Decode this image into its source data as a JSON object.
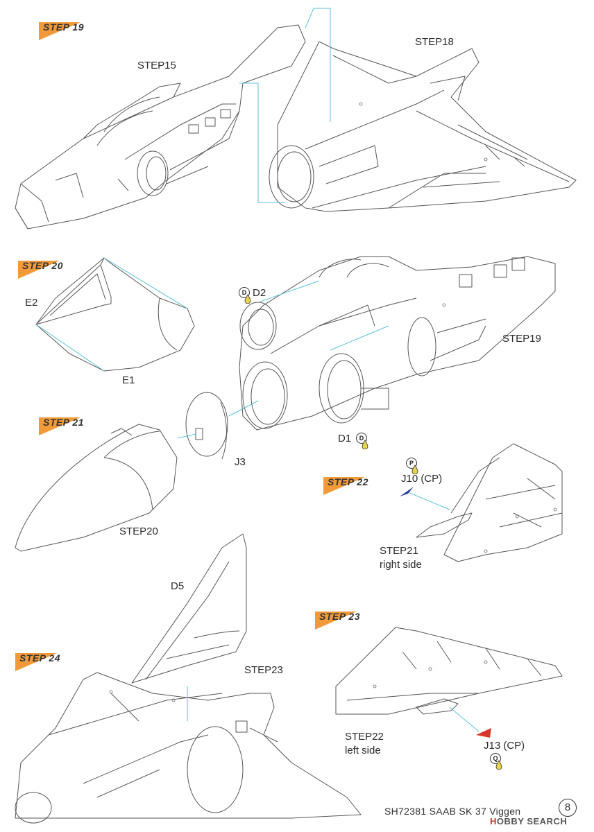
{
  "steps": {
    "s19": "STEP 19",
    "s20": "STEP 20",
    "s21": "STEP 21",
    "s22": "STEP 22",
    "s23": "STEP 23",
    "s24": "STEP 24"
  },
  "labels": {
    "step15": "STEP15",
    "step18": "STEP18",
    "e2": "E2",
    "e1": "E1",
    "d2": "D2",
    "step19": "STEP19",
    "j3": "J3",
    "d1": "D1",
    "step20": "STEP20",
    "j10": "J10 (CP)",
    "step21": "STEP21",
    "right_side": "right side",
    "d5": "D5",
    "step23": "STEP23",
    "step22": "STEP22",
    "left_side": "left side",
    "j13": "J13 (CP)"
  },
  "badges": {
    "d": "D",
    "p": "P",
    "q": "Q"
  },
  "footer": {
    "product": "SH72381 SAAB SK 37 Viggen",
    "page": "8",
    "logo_prefix": "H",
    "logo_rest": "OBBY SEARCH"
  },
  "colors": {
    "step_tag": "#f29a3a",
    "guide_line": "#5bc0d8",
    "drawing": "#555555",
    "clear_part_blue": "#2a3f9c",
    "clear_part_red": "#d9352a",
    "drop_yellow": "#e8d64a"
  }
}
